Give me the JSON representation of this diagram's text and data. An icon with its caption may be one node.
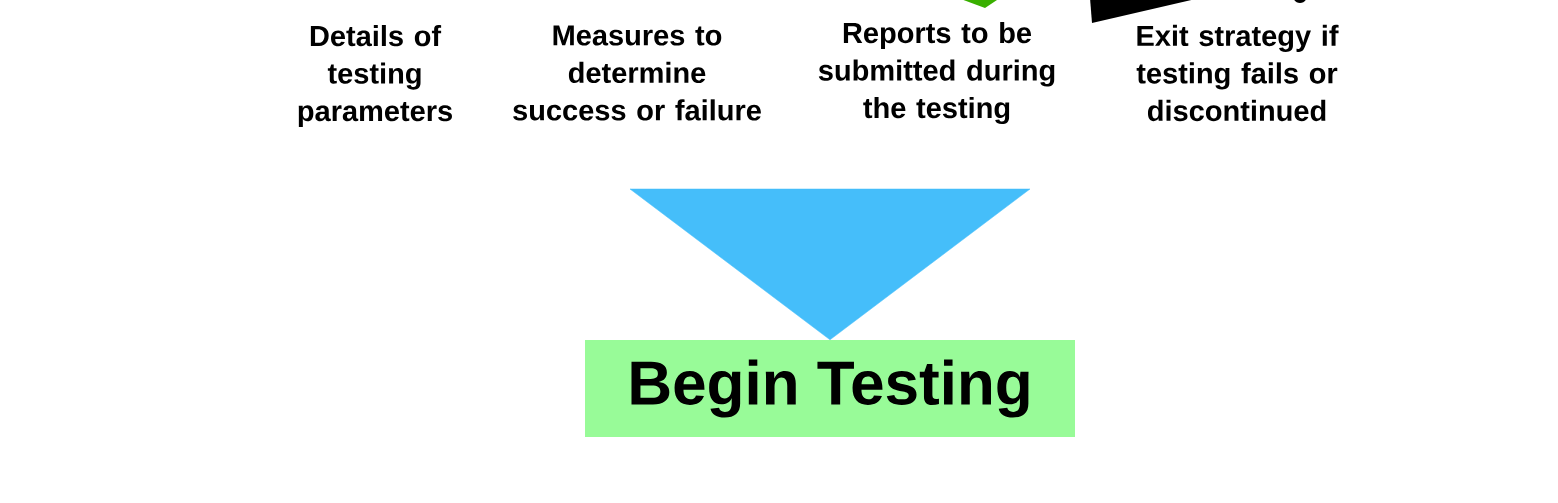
{
  "diagram": {
    "nodes": [
      {
        "text": [
          "Details of testing parameters"
        ]
      },
      {
        "text": [
          "Measures to determine success or failure"
        ]
      },
      {
        "text": [
          "Reports to be submitted during the testing"
        ]
      },
      {
        "text": [
          "Exit strategy if testing fails or discontinued"
        ]
      },
      {
        "text": [
          "Begin Testing"
        ]
      }
    ],
    "edges": [
      {
        "from": null,
        "to": 4,
        "arrow": "to"
      }
    ]
  }
}
